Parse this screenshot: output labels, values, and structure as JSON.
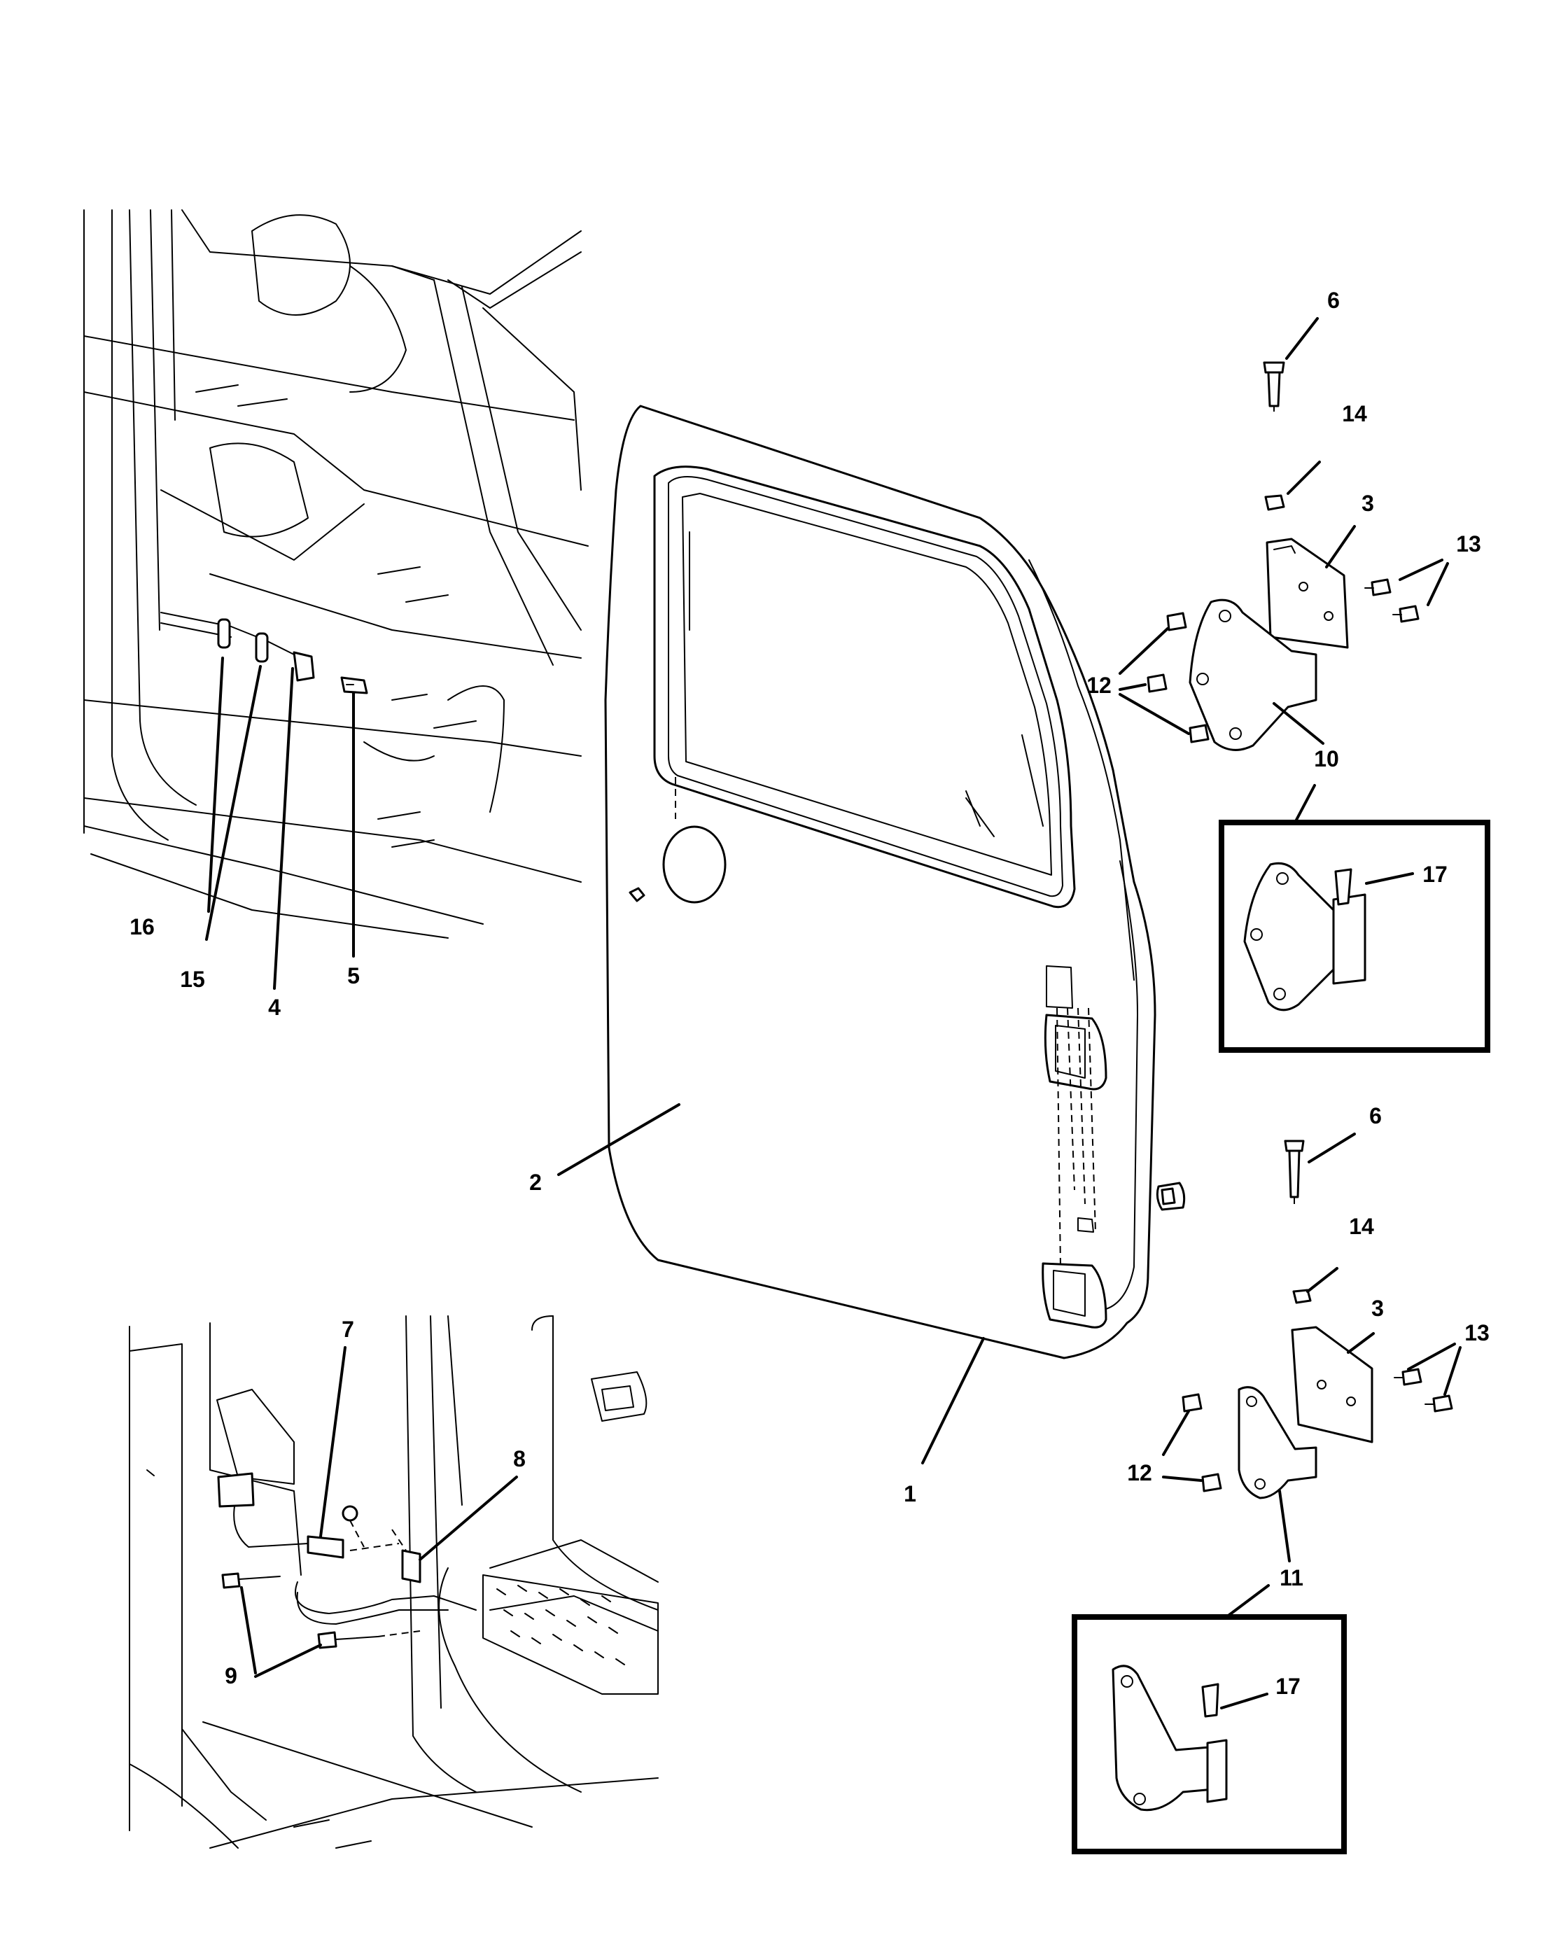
{
  "callouts": {
    "c1": "1",
    "c2": "2",
    "c3a": "3",
    "c3b": "3",
    "c4": "4",
    "c5": "5",
    "c6a": "6",
    "c6b": "6",
    "c7": "7",
    "c8": "8",
    "c9": "9",
    "c10": "10",
    "c11": "11",
    "c12a": "12",
    "c12b": "12",
    "c13a": "13",
    "c13b": "13",
    "c14a": "14",
    "c14b": "14",
    "c15": "15",
    "c16": "16",
    "c17a": "17",
    "c17b": "17"
  }
}
